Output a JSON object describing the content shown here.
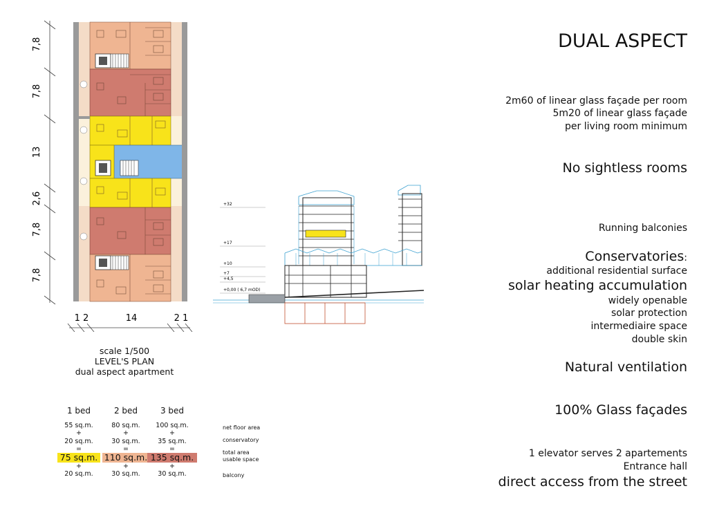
{
  "plan": {
    "vertical_dimensions": [
      "7,8",
      "7,8",
      "13",
      "2,6",
      "7,8",
      "7,8"
    ],
    "horizontal_dimensions": [
      "1 2",
      "14",
      "2 1"
    ],
    "caption": {
      "scale": "scale 1/500",
      "title": "LEVEL'S PLAN",
      "subtitle": "dual aspect apartment"
    },
    "colors": {
      "one_bed": "#f8e31a",
      "two_bed": "#efb592",
      "three_bed": "#cf7b6f",
      "circulation": "#7fb6e8",
      "conservatory": "#f7e4d2",
      "wall": "#9a9a9a"
    }
  },
  "section": {
    "levels": [
      "+32",
      "+17",
      "+10",
      "+7",
      "+4,5",
      "+0,00 ( 6,7 mOD)"
    ]
  },
  "units": {
    "columns": [
      {
        "header": "1 bed",
        "net": "55 sq.m.",
        "conservatory": "20 sq.m.",
        "total": "75 sq.m.",
        "balcony": "20 sq.m.",
        "color": "#f8e31a"
      },
      {
        "header": "2 bed",
        "net": "80 sq.m.",
        "conservatory": "30 sq.m.",
        "total": "110 sq.m.",
        "balcony": "30 sq.m.",
        "color": "#efb592"
      },
      {
        "header": "3 bed",
        "net": "100 sq.m.",
        "conservatory": "35 sq.m.",
        "total": "135 sq.m.",
        "balcony": "30 sq.m.",
        "color": "#cf7b6f"
      }
    ],
    "ops": {
      "plus": "+",
      "equals": "="
    },
    "legend": {
      "net": "net floor area",
      "conservatory": "conservatory",
      "total1": "total area",
      "total2": "usable space",
      "balcony": "balcony"
    }
  },
  "right": {
    "title": "DUAL ASPECT",
    "glass1": "2m60 of linear glass façade per room",
    "glass2": "5m20 of linear glass façade",
    "glass3": "per living room minimum",
    "sightless": "No sightless rooms",
    "balconies": "Running balconies",
    "conservatories": "Conservatories",
    "colon": ":",
    "cons1": "additional residential surface",
    "cons2": "solar heating accumulation",
    "cons3": "widely openable",
    "cons4": "solar protection",
    "cons5": "intermediaire space",
    "cons6": "double skin",
    "ventilation": "Natural ventilation",
    "glass": "100% Glass façades",
    "elevator": "1 elevator serves 2 apartements",
    "hall": "Entrance hall",
    "access": "direct access from the street"
  }
}
